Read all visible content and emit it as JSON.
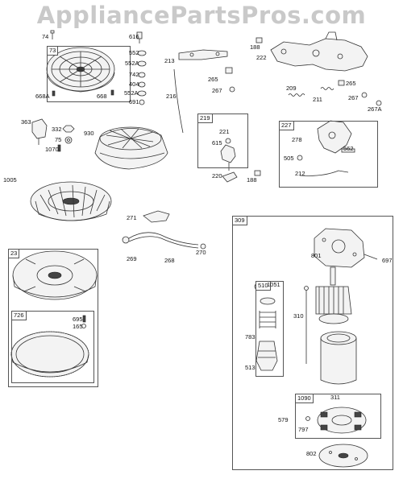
{
  "watermark": "AppliancePartsPros.com",
  "boxes": {
    "b73": "73",
    "b219": "219",
    "b227": "227",
    "b23": "23",
    "b726": "726",
    "b309": "309",
    "b510": "510",
    "b1090": "1090"
  },
  "labels": {
    "p74": "74",
    "p616": "616",
    "p552": "552",
    "p552A": "552A",
    "p742": "742",
    "p404": "404",
    "p552A2": "552A",
    "p691": "691",
    "p213": "213",
    "p216": "216",
    "p265a": "265",
    "p267a": "267",
    "p188a": "188",
    "p222": "222",
    "p209": "209",
    "p211": "211",
    "p265b": "265",
    "p267b": "267",
    "p267A": "267A",
    "p668A": "668A",
    "p668": "668",
    "p363": "363",
    "p332": "332",
    "p75": "75",
    "p1070": "1070",
    "p930": "930",
    "p221": "221",
    "p615": "615",
    "p220": "220",
    "p188b": "188",
    "p278": "278",
    "p562": "562",
    "p505": "505",
    "p212": "212",
    "p1005": "1005",
    "p271": "271",
    "p269": "269",
    "p268": "268",
    "p270": "270",
    "p801": "801",
    "p697": "697",
    "p1051": "1051",
    "p783": "783",
    "p310": "310",
    "p513": "513",
    "p695": "695",
    "p165": "165",
    "p311": "311",
    "p579": "579",
    "p797": "797",
    "p802": "802"
  }
}
